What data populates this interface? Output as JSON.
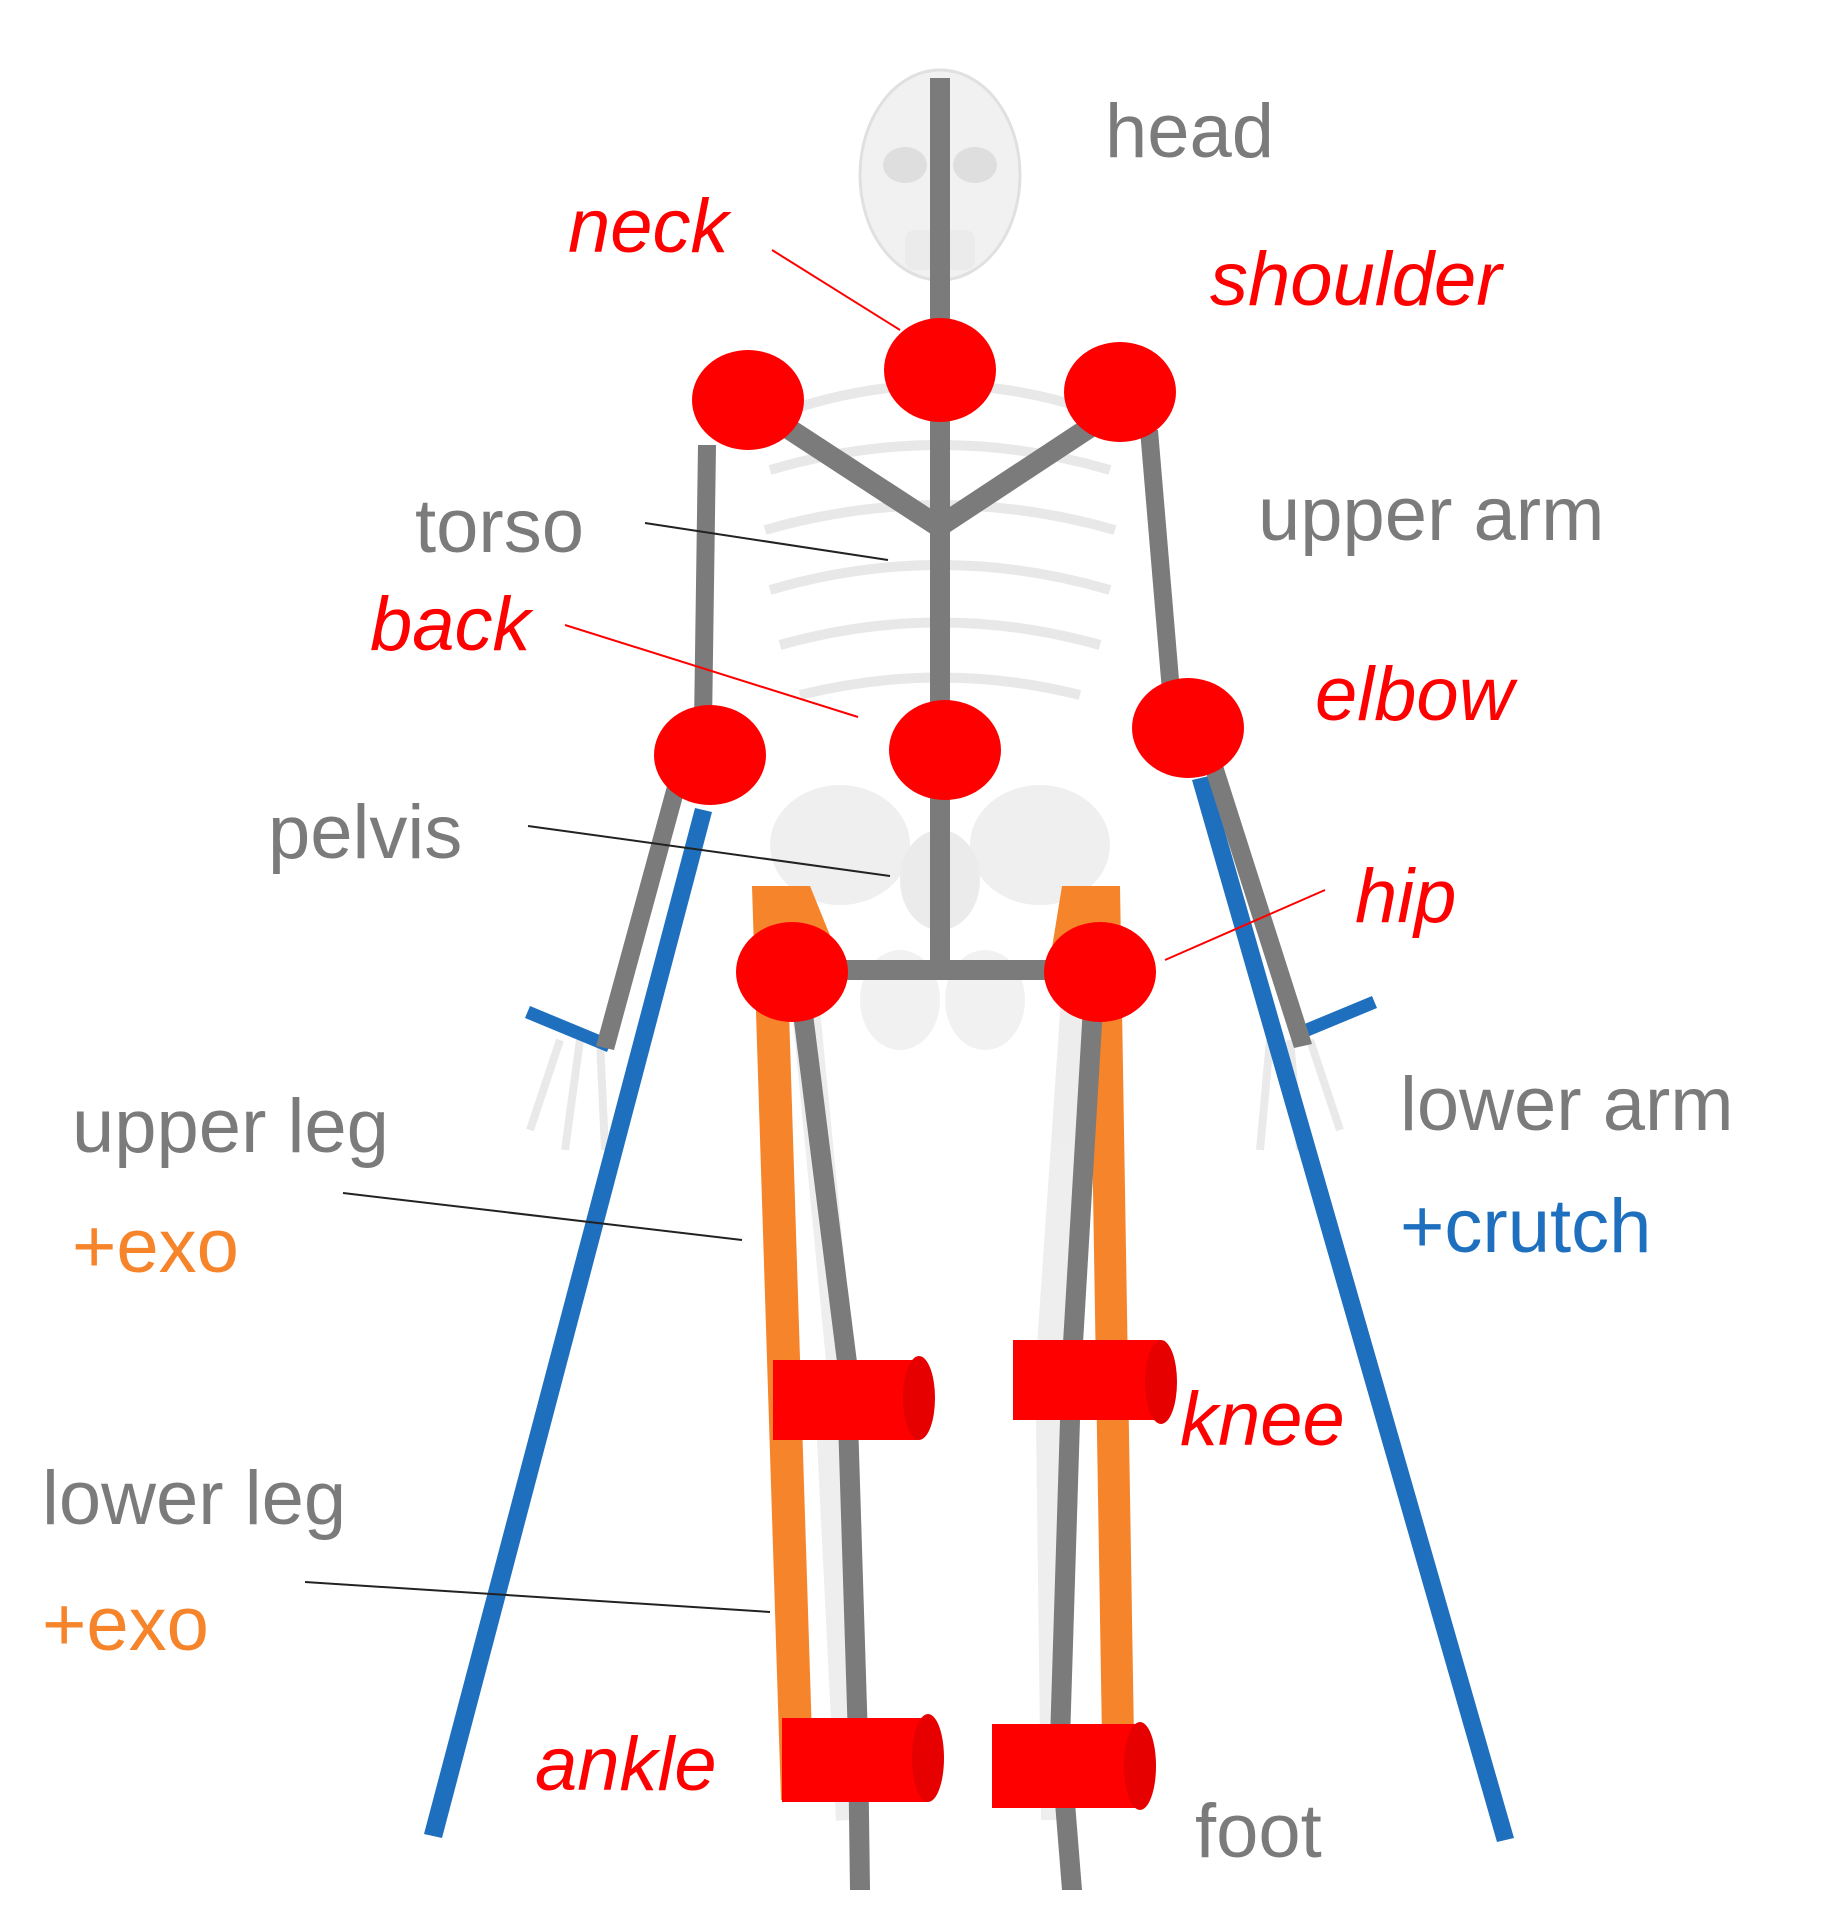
{
  "colors": {
    "segment": "#7b7b7b",
    "joint": "#ff0000",
    "exo": "#f5842b",
    "crutch": "#1f6fbf",
    "bone": "#d9d9d9"
  },
  "segments": {
    "head": "head",
    "torso": "torso",
    "upper_arm": "upper arm",
    "pelvis": "pelvis",
    "lower_arm": "lower arm",
    "upper_leg": "upper leg",
    "lower_leg": "lower leg",
    "foot": "foot"
  },
  "joints": {
    "neck": "neck",
    "shoulder": "shoulder",
    "back": "back",
    "elbow": "elbow",
    "hip": "hip",
    "knee": "knee",
    "ankle": "ankle"
  },
  "additions": {
    "crutch": "+crutch",
    "exo_upper": "+exo",
    "exo_lower": "+exo"
  }
}
